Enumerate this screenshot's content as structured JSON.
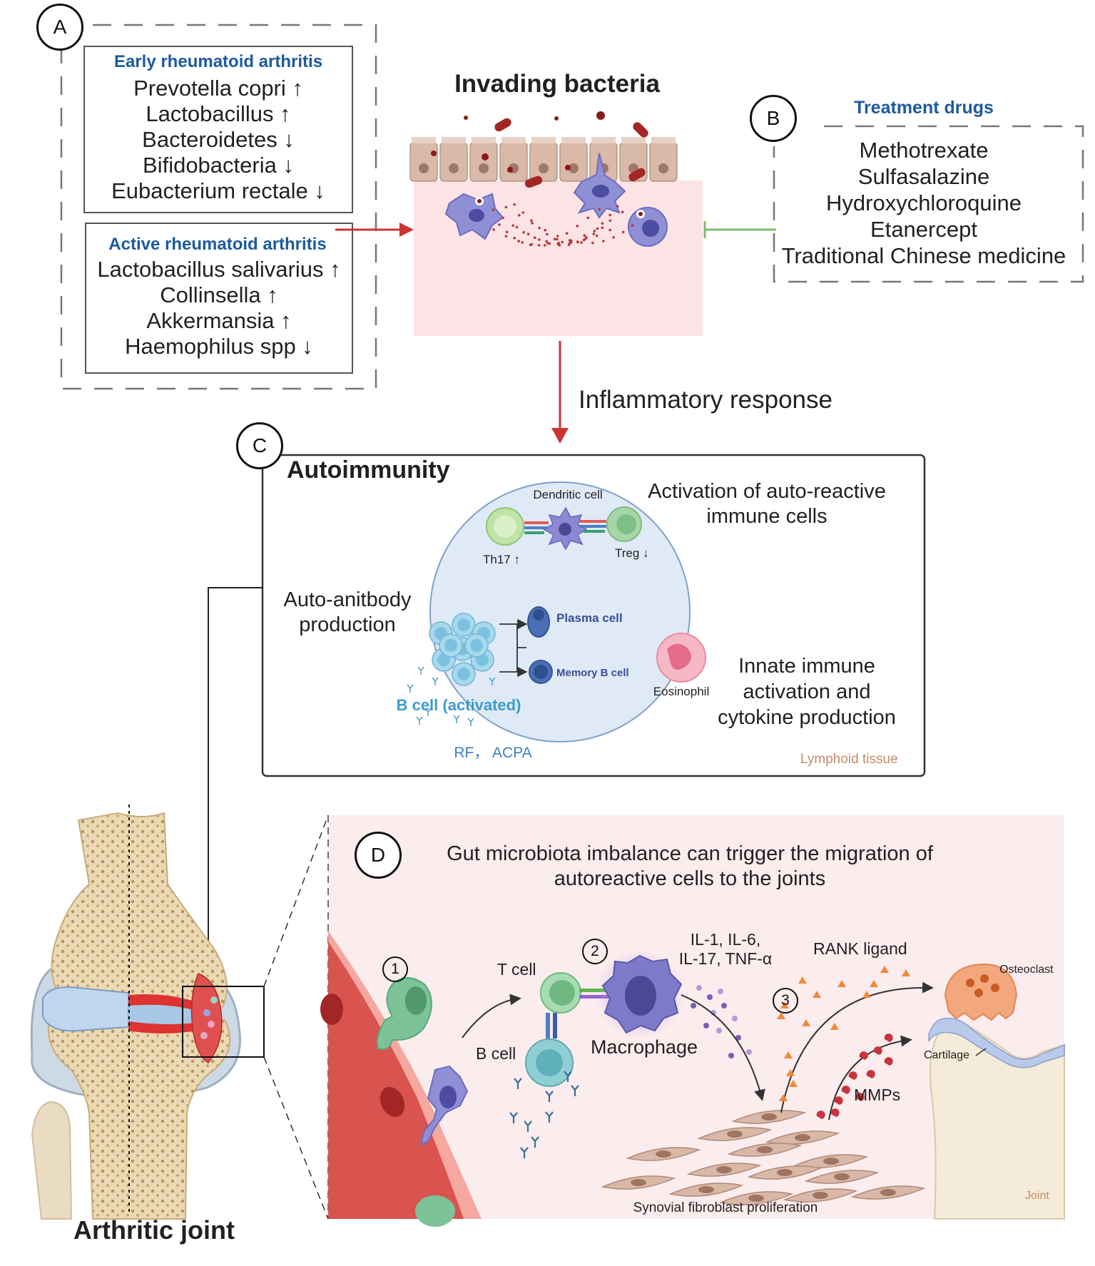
{
  "panel_labels": {
    "a": "A",
    "b": "B",
    "c": "C",
    "d": "D"
  },
  "panel_a": {
    "early_title": "Early rheumatoid arthritis",
    "early_items": [
      "Prevotella copri ↑",
      "Lactobacillus  ↑",
      "Bacteroidetes  ↓",
      "Bifidobacteria  ↓",
      "Eubacterium rectale  ↓"
    ],
    "active_title": "Active rheumatoid arthritis",
    "active_items": [
      "Lactobacillus  salivarius ↑",
      "Collinsella ↑",
      "Akkermansia ↑",
      "Haemophilus spp ↓"
    ]
  },
  "gut": {
    "title": "Invading bacteria"
  },
  "panel_b": {
    "title": "Treatment drugs",
    "drugs": [
      "Methotrexate",
      "Sulfasalazine",
      "Hydroxychloroquine",
      "Etanercept",
      "Traditional Chinese medicine"
    ]
  },
  "arrow_label": "Inflammatory response",
  "panel_c": {
    "title": "Autoimmunity",
    "dendritic_cell": "Dendritic cell",
    "th17": "Th17  ↑",
    "treg": "Treg  ↓",
    "activation_line1": "Activation of auto-reactive",
    "activation_line2": "immune cells",
    "antibody_line1": "Auto-anitbody",
    "antibody_line2": "production",
    "plasma_cell": "Plasma cell",
    "memory_b_cell": "Memory B cell",
    "b_cell_activated": "B cell (activated)",
    "rf_acpa": "RF， ACPA",
    "eosinophil": "Eosinophil",
    "innate_line1": "Innate immune",
    "innate_line2": "activation and",
    "innate_line3": "cytokine production",
    "lymphoid_tissue": "Lymphoid tissue"
  },
  "panel_d": {
    "title_line1": "Gut microbiota imbalance can trigger the migration of",
    "title_line2": "autoreactive cells to the joints",
    "step1": "1",
    "step2": "2",
    "step3": "3",
    "t_cell": "T cell",
    "b_cell": "B cell",
    "macrophage": "Macrophage",
    "cytokines_line1": "IL-1, IL-6,",
    "cytokines_line2": "IL-17, TNF-α",
    "rank_ligand": "RANK ligand",
    "osteoclast": "Osteoclast",
    "cartilage": "Cartilage",
    "mmps": "MMPs",
    "synovial": "Synovial fibroblast proliferation",
    "joint": "Joint"
  },
  "joint_label": "Arthritic joint",
  "colors": {
    "accent_blue": "#1d5a9e",
    "arrow_red": "#cc3333",
    "inhibit_green": "#7dbb6a",
    "tissue_pink": "#fbe3e6",
    "lymph_blue": "#dfeaf6",
    "lymphoid_label": "#c8896a"
  }
}
